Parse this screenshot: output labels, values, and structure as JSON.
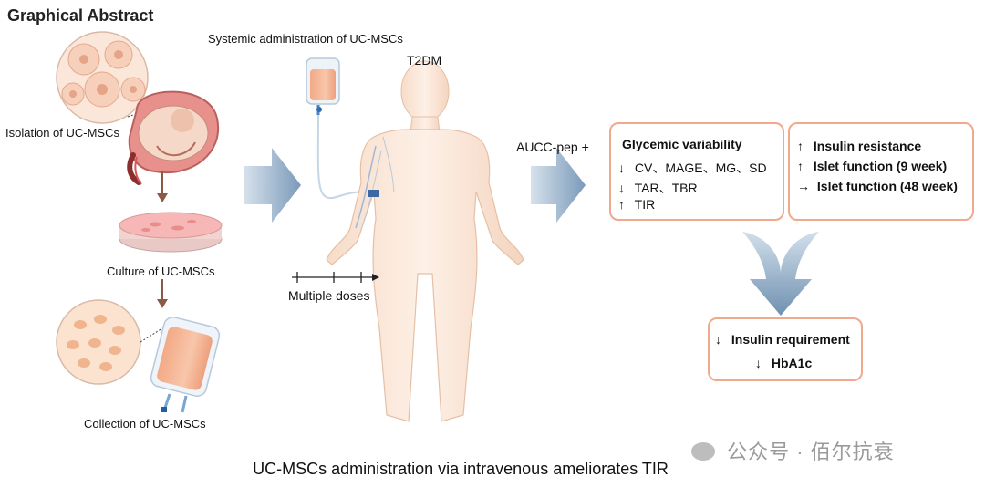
{
  "header": {
    "title": "Graphical Abstract"
  },
  "left_panel": {
    "isolation_label": "Isolation of UC-MSCs",
    "culture_label": "Culture of UC-MSCs",
    "collection_label": "Collection of UC-MSCs"
  },
  "center_panel": {
    "systemic_label": "Systemic administration of UC-MSCs",
    "t2dm_label": "T2DM",
    "doses_label": "Multiple doses",
    "aucc_label": "AUCC-pep +"
  },
  "glycemic_box": {
    "title": "Glycemic variability",
    "lines": [
      {
        "arrow": "↓",
        "text": "CV、MAGE、MG、SD"
      },
      {
        "arrow": "↓",
        "text": "TAR、TBR"
      },
      {
        "arrow": "↑",
        "text": "TIR"
      }
    ]
  },
  "insulin_box": {
    "lines": [
      {
        "arrow": "↑",
        "text": "Insulin resistance"
      },
      {
        "arrow": "↑",
        "text": "Islet function (9 week)"
      },
      {
        "arrow": "→",
        "text": "Islet function (48 week)"
      }
    ]
  },
  "result_box": {
    "lines": [
      {
        "arrow": "↓",
        "text": "Insulin requirement"
      },
      {
        "arrow": "↓",
        "text": "HbA1c"
      }
    ]
  },
  "footer": {
    "caption": "UC-MSCs administration via intravenous ameliorates TIR",
    "watermark": "公众号 · 佰尔抗衰"
  },
  "colors": {
    "box_border": "#f0a98c",
    "flow_arrow": "#7f9fbd",
    "small_arrow": "#8b5a44",
    "skin": "#fbe9dc",
    "iv_fluid": "#f6b898"
  }
}
